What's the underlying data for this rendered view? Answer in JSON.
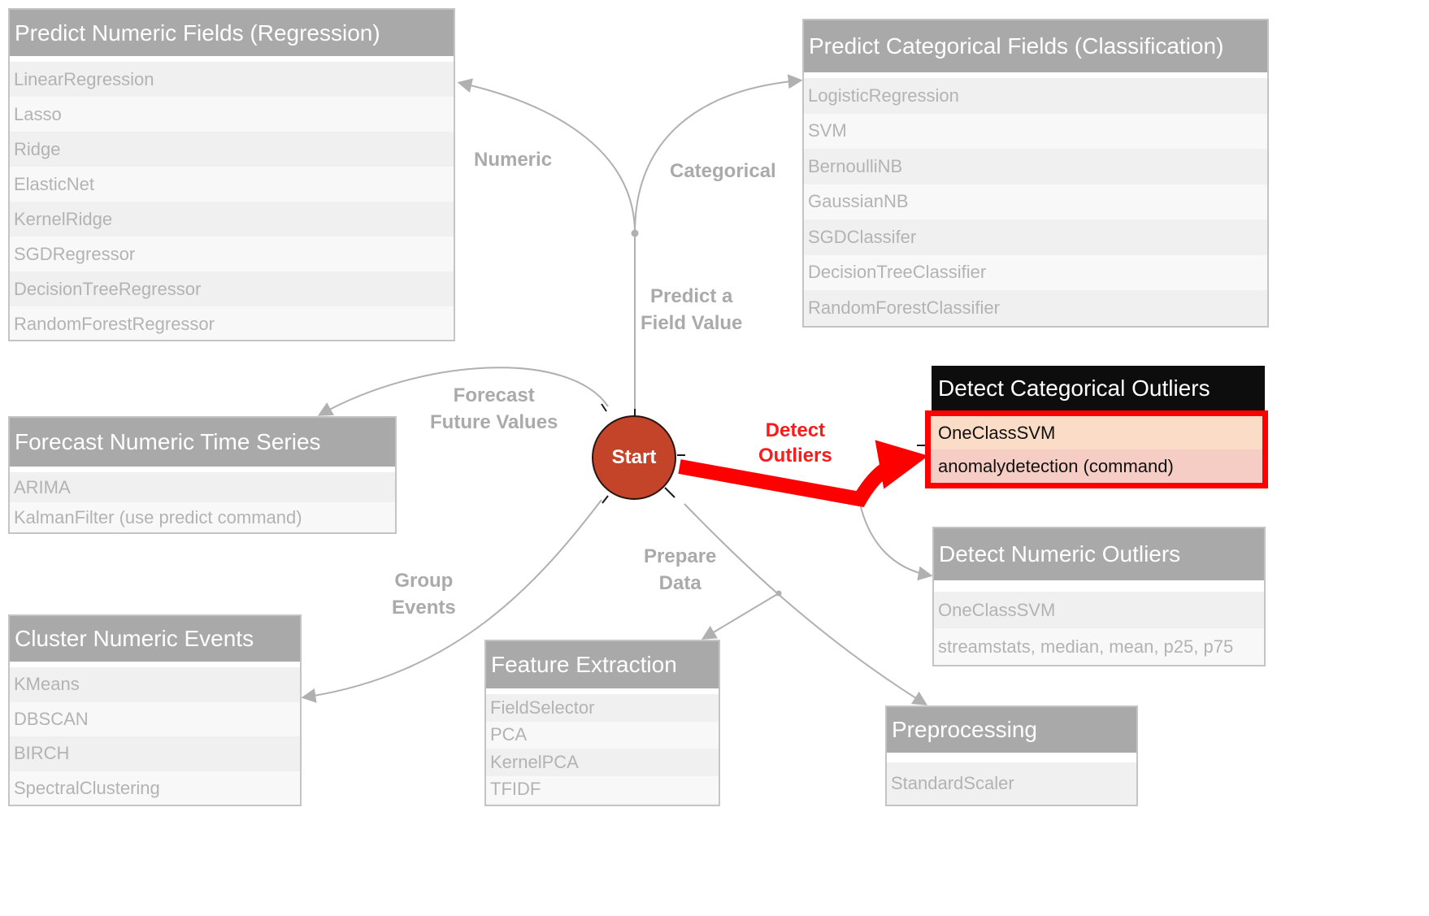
{
  "start_label": "Start",
  "labels": {
    "numeric": "Numeric",
    "categorical": "Categorical",
    "predict_line1": "Predict a",
    "predict_line2": "Field Value",
    "forecast_line1": "Forecast",
    "forecast_line2": "Future Values",
    "detect_line1": "Detect",
    "detect_line2": "Outliers",
    "group_line1": "Group",
    "group_line2": "Events",
    "prepare_line1": "Prepare",
    "prepare_line2": "Data"
  },
  "boxes": {
    "regression": {
      "title": "Predict Numeric Fields (Regression)",
      "items": [
        "LinearRegression",
        "Lasso",
        "Ridge",
        "ElasticNet",
        "KernelRidge",
        "SGDRegressor",
        "DecisionTreeRegressor",
        "RandomForestRegressor"
      ]
    },
    "classification": {
      "title": "Predict Categorical Fields (Classification)",
      "items": [
        "LogisticRegression",
        "SVM",
        "BernoulliNB",
        "GaussianNB",
        "SGDClassifer",
        "DecisionTreeClassifier",
        "RandomForestClassifier"
      ]
    },
    "forecast": {
      "title": "Forecast Numeric Time Series",
      "items": [
        "ARIMA",
        "KalmanFilter (use predict command)"
      ]
    },
    "categorical_outliers": {
      "title": "Detect Categorical Outliers",
      "items": [
        "OneClassSVM",
        "anomalydetection (command)"
      ]
    },
    "numeric_outliers": {
      "title": "Detect Numeric Outliers",
      "items": [
        "OneClassSVM",
        "streamstats, median, mean, p25, p75"
      ]
    },
    "cluster": {
      "title": "Cluster Numeric Events",
      "items": [
        "KMeans",
        "DBSCAN",
        "BIRCH",
        "SpectralClustering"
      ]
    },
    "feature": {
      "title": "Feature Extraction",
      "items": [
        "FieldSelector",
        "PCA",
        "KernelPCA",
        "TFIDF"
      ]
    },
    "preprocessing": {
      "title": "Preprocessing",
      "items": [
        "StandardScaler"
      ]
    }
  },
  "colors": {
    "start_fill": "#c4442a",
    "box_header": "#a9a9a9",
    "highlight_header": "#0d0d0d",
    "highlight_border": "#ff0000",
    "edge": "#b0b0b0"
  }
}
